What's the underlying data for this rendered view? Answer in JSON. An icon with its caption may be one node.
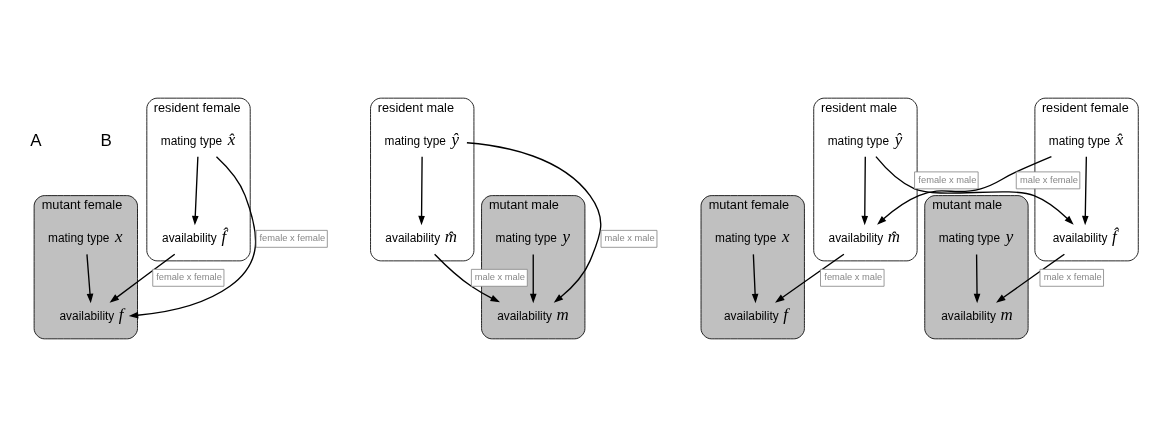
{
  "diagram": {
    "nodes": [
      {
        "text": [
          "mutant female"
        ]
      },
      {
        "text": [
          "mating type",
          "x"
        ],
        "in": 0
      },
      {
        "text": [
          "availability",
          "f"
        ],
        "in": 0
      },
      {
        "text": [
          "resident male"
        ]
      },
      {
        "text": [
          "mating type",
          "ŷ"
        ],
        "in": 3
      },
      {
        "text": [
          "availability",
          "m̂"
        ],
        "in": 3
      },
      {
        "text": [
          "resident female"
        ]
      },
      {
        "text": [
          "availability",
          "f̂"
        ],
        "in": 6
      },
      {
        "text": [
          "mating type",
          "x̂"
        ],
        "in": 6
      },
      {
        "text": [
          "mutant male"
        ]
      },
      {
        "text": [
          "availability",
          "m"
        ],
        "in": 9
      },
      {
        "text": [
          "mating type",
          "y"
        ],
        "in": 9
      },
      {
        "text": [
          "mutant female"
        ]
      },
      {
        "text": [
          "mating type",
          "x"
        ],
        "in": 12
      },
      {
        "text": [
          "availability",
          "f"
        ],
        "in": 12
      },
      {
        "text": [
          "resident male"
        ]
      },
      {
        "text": [
          "mating type",
          "ŷ"
        ],
        "in": 15
      },
      {
        "text": [
          "availability",
          "m̂"
        ],
        "in": 15
      },
      {
        "text": [
          "resident female"
        ]
      },
      {
        "text": [
          "availability",
          "f̂"
        ],
        "in": 18
      },
      {
        "text": [
          "mating type",
          "x̂"
        ],
        "in": 18
      },
      {
        "text": [
          "mutant male"
        ]
      },
      {
        "text": [
          "availability",
          "m"
        ],
        "in": 21
      },
      {
        "text": [
          "mating type",
          "y"
        ],
        "in": 21
      }
    ],
    "edges": [
      {
        "from": 1,
        "to": 2,
        "arrow": "to"
      },
      {
        "from": 4,
        "to": 5,
        "arrow": "to"
      },
      {
        "from": 8,
        "to": 7,
        "arrow": "to"
      },
      {
        "from": 11,
        "to": 10,
        "arrow": "to"
      },
      {
        "from": 7,
        "to": 2,
        "arrow": "to",
        "label": "female x female"
      },
      {
        "from": 8,
        "to": 2,
        "arrow": "to",
        "label": "female x female"
      },
      {
        "from": 5,
        "to": 10,
        "arrow": "to",
        "label": "male x male"
      },
      {
        "from": 4,
        "to": 10,
        "arrow": "to",
        "label": "male x male"
      },
      {
        "from": 13,
        "to": 14,
        "arrow": "to"
      },
      {
        "from": 16,
        "to": 17,
        "arrow": "to"
      },
      {
        "from": 20,
        "to": 19,
        "arrow": "to"
      },
      {
        "from": 23,
        "to": 22,
        "arrow": "to"
      },
      {
        "from": 16,
        "to": 19,
        "arrow": "to",
        "label": "female x male"
      },
      {
        "from": 17,
        "to": 14,
        "arrow": "to",
        "label": "female x male"
      },
      {
        "from": 19,
        "to": 22,
        "arrow": "to",
        "label": "male x female"
      },
      {
        "from": 20,
        "to": 17,
        "arrow": "to",
        "label": "male x female"
      }
    ],
    "labels": [
      "A",
      "B"
    ]
  }
}
